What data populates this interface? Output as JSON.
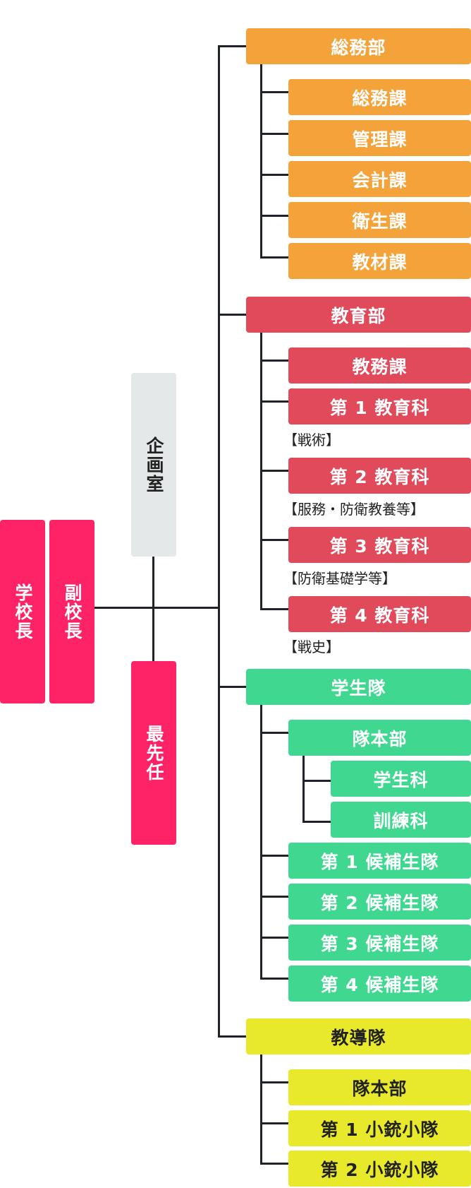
{
  "colors": {
    "general_affairs": "#f4a33b",
    "education": "#e04a5b",
    "student_corps": "#40d891",
    "instruction_corps": "#e7e92a",
    "leadership": "#fd2366",
    "planning": "#e5e8e9",
    "connector": "#1f2329"
  },
  "leadership": {
    "principal": "学校長",
    "vice_principal": "副校長",
    "planning_office": "企画室",
    "senior_officer": "最先任"
  },
  "general_affairs": {
    "name": "総務部",
    "sections": [
      "総務課",
      "管理課",
      "会計課",
      "衛生課",
      "教材課"
    ]
  },
  "education": {
    "name": "教育部",
    "affairs": "教務課",
    "departments": [
      {
        "name": "第 1 教育科",
        "note": "【戦術】"
      },
      {
        "name": "第 2 教育科",
        "note": "【服務・防衛教養等】"
      },
      {
        "name": "第 3 教育科",
        "note": "【防衛基礎学等】"
      },
      {
        "name": "第 4 教育科",
        "note": "【戦史】"
      }
    ]
  },
  "student_corps": {
    "name": "学生隊",
    "hq": "隊本部",
    "hq_sections": [
      "学生科",
      "訓練科"
    ],
    "platoons": [
      "第 1 候補生隊",
      "第 2 候補生隊",
      "第 3 候補生隊",
      "第 4 候補生隊"
    ]
  },
  "instruction_corps": {
    "name": "教導隊",
    "hq": "隊本部",
    "platoons": [
      "第 1 小銃小隊",
      "第 2 小銃小隊"
    ]
  }
}
